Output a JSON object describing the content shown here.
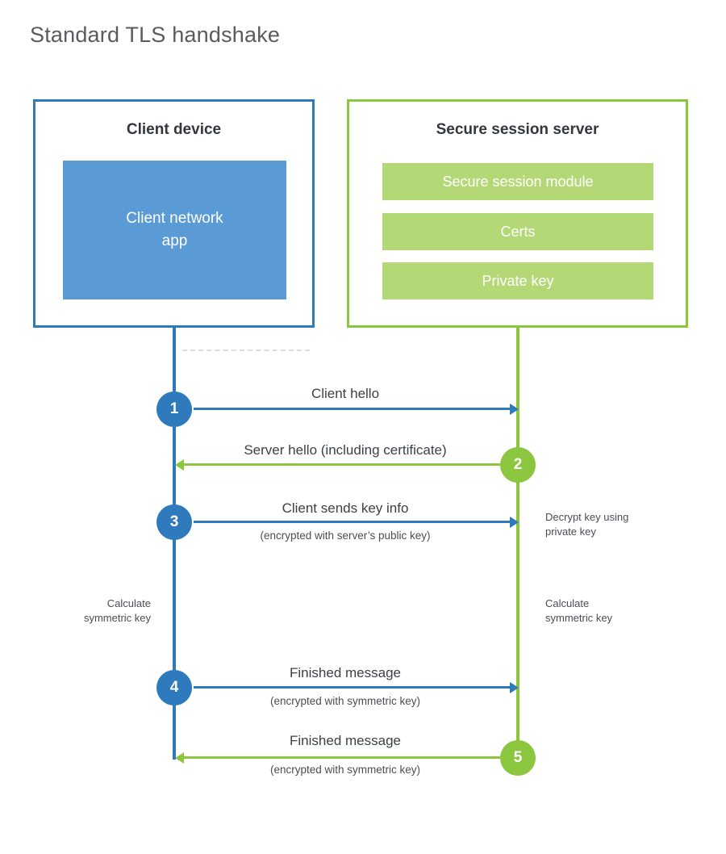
{
  "title": "Standard TLS handshake",
  "client": {
    "title": "Client device",
    "app": "Client network\napp"
  },
  "server": {
    "title": "Secure session server",
    "modules": [
      "Secure session module",
      "Certs",
      "Private key"
    ]
  },
  "steps": [
    {
      "num": "1",
      "label": "Client hello",
      "direction": "client-to-server",
      "color": "blue"
    },
    {
      "num": "2",
      "label": "Server hello (including certificate)",
      "direction": "server-to-client",
      "color": "green"
    },
    {
      "num": "3",
      "label": "Client sends key info",
      "sub": "(encrypted with server’s public key)",
      "direction": "client-to-server",
      "color": "blue"
    },
    {
      "num": "4",
      "label": "Finished message",
      "sub": "(encrypted with symmetric key)",
      "direction": "client-to-server",
      "color": "blue"
    },
    {
      "num": "5",
      "label": "Finished message",
      "sub": "(encrypted with symmetric key)",
      "direction": "server-to-client",
      "color": "green"
    }
  ],
  "annotations": {
    "decrypt_note": "Decrypt key using\nprivate key",
    "calc_left": "Calculate\nsymmetric key",
    "calc_right": "Calculate\nsymmetric key"
  },
  "colors": {
    "blue": "#2e7abd",
    "blue_fill": "#5b9bd5",
    "green": "#8cc63e",
    "green_fill": "#b5d877",
    "heading_gray": "#595b5e",
    "text_dark": "#33363b"
  }
}
